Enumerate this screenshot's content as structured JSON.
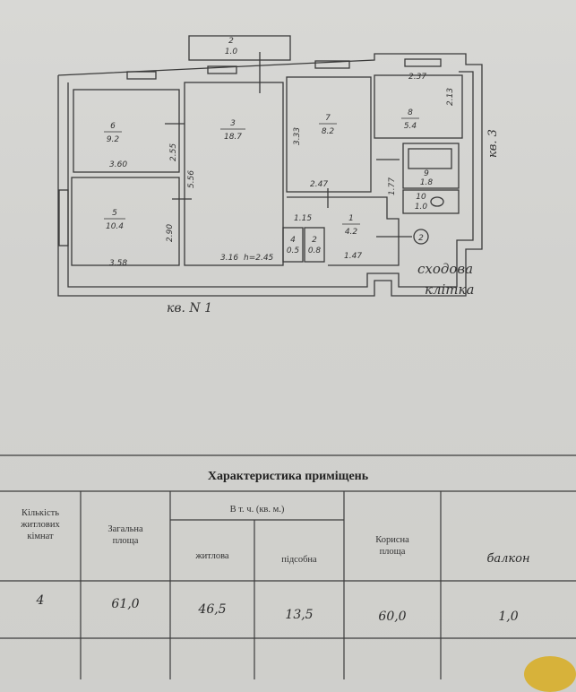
{
  "plan": {
    "balcony": {
      "number": "2",
      "area": "1.0"
    },
    "rooms": [
      {
        "number": "6",
        "area": "9.2"
      },
      {
        "number": "3",
        "area": "18.7"
      },
      {
        "number": "7",
        "area": "8.2"
      },
      {
        "number": "8",
        "area": "5.4"
      },
      {
        "number": "5",
        "area": "10.4"
      },
      {
        "number": "9",
        "area": "1.8"
      },
      {
        "number": "10",
        "area": "1.0"
      },
      {
        "number": "1",
        "area": "4.2"
      },
      {
        "number": "4",
        "area": "0.5"
      },
      {
        "number": "2",
        "area": "0.8"
      }
    ],
    "dims": {
      "d_2_37": "2.37",
      "d_2_13": "2.13",
      "d_3_60": "3.60",
      "d_2_55": "2.55",
      "d_3_33": "3.33",
      "d_5_56": "5.56",
      "d_2_47": "2.47",
      "d_1_77": "1.77",
      "d_1_15": "1.15",
      "d_2_90": "2.90",
      "d_3_58": "3.58",
      "d_3_16": "3.16",
      "height": "h=2.45",
      "d_1_47": "1.47"
    },
    "marker": "2",
    "labels": {
      "kv3": "кв. 3",
      "stair1": "сходова",
      "stair2": "клітка",
      "kv1": "кв. N 1"
    }
  },
  "table": {
    "title": "Характеристика приміщень",
    "headers": {
      "rooms_count": [
        "Кількість",
        "житлових",
        "кімнат"
      ],
      "total": [
        "Загальна",
        "площа"
      ],
      "incl": "В т. ч. (кв. м.)",
      "living": "житлова",
      "aux": "підсобна",
      "useful": [
        "Корисна",
        "площа"
      ],
      "balcony": "балкон"
    },
    "values": {
      "rooms_count": "4",
      "total": "61,0",
      "living": "46,5",
      "aux": "13,5",
      "useful": "60,0",
      "balcony": "1,0"
    }
  }
}
